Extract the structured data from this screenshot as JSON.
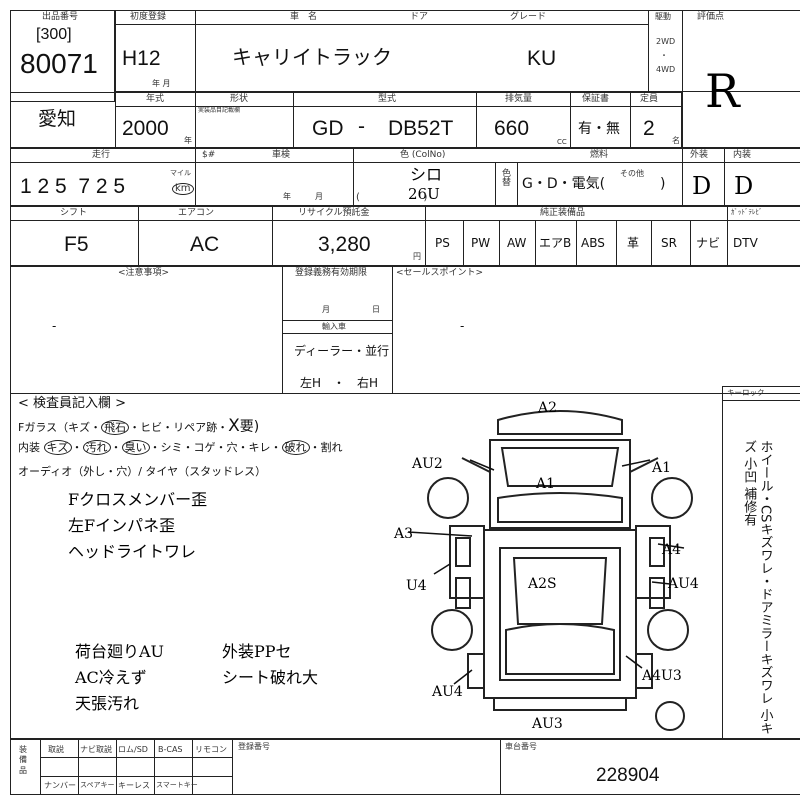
{
  "header": {
    "lot_label": "出品番号",
    "lot_bracket": "[300]",
    "lot_number": "80071",
    "first_reg_label": "初度登録",
    "first_reg": "H12",
    "year_month_label": "年 月",
    "name_label": "車　名",
    "car_name": "キャリイトラック",
    "door_label": "ドア",
    "grade_label": "グレード",
    "grade": "KU",
    "drive_label": "駆動",
    "drive_2wd": "2WD",
    "drive_dot": "・",
    "drive_4wd": "4WD",
    "score_label": "評価点",
    "score": "R"
  },
  "row2": {
    "region": "愛知",
    "year_label": "年式",
    "year": "2000",
    "year_unit": "年",
    "shape_label": "形状",
    "shape_sub": "実装品目記載欄",
    "model_label": "型式",
    "model_prefix": "GD",
    "model_dash": "-",
    "model": "DB52T",
    "displacement_label": "排気量",
    "displacement": "660",
    "cc": "CC",
    "warranty_label": "保証書",
    "warranty": "有・無",
    "capacity_label": "定員",
    "capacity": "2",
    "capacity_unit": "名"
  },
  "row3": {
    "mileage_label": "走行",
    "mileage": "1 2 5  7 2 5",
    "mile_unit": "マイル",
    "km_unit": "km",
    "dollar_label": "$#",
    "inspection_label": "車検",
    "inspection_ym": "年　　　月",
    "color_label": "色 (ColNo)",
    "color": "シロ",
    "color_no": "26U",
    "color_paren": "(                    )",
    "color_change_label": "色替",
    "fuel_label": "燃料",
    "fuel": "G・D・電気(",
    "fuel_other": "その他",
    "fuel_close": ")",
    "exterior_label": "外装",
    "exterior": "D",
    "interior_label": "内装",
    "interior": "D"
  },
  "row4": {
    "shift_label": "シフト",
    "shift": "F5",
    "ac_label": "エアコン",
    "ac": "AC",
    "recycle_label": "リサイクル預託金",
    "recycle": "3,280",
    "yen": "円",
    "equipment_label": "純正装備品",
    "equipment": [
      "PS",
      "PW",
      "AW",
      "エアB",
      "ABS",
      "革",
      "SR",
      "ナビ",
      "DTV"
    ],
    "dtv_label": "ｶﾞｯﾄﾞﾃﾚﾋﾞ"
  },
  "row5": {
    "notes_label": "<注意事項>",
    "notes_dash": "-",
    "registry_label": "登録義務有効期限",
    "registry_month": "月",
    "registry_day": "日",
    "import_label": "輸入車",
    "import_type": "ディーラー・並行",
    "steering": "左H　・　右H",
    "sales_label": "<セールスポイント>",
    "sales_dash": "-"
  },
  "inspector": {
    "title": "< 検査員記入欄 >",
    "glass_line": "Fガラス（キズ・",
    "glass_circled": "飛石",
    "glass_rest": "・ヒビ・リペア跡・",
    "glass_x": "X",
    "glass_req": "要)",
    "interior_line_prefix": "内装",
    "interior_items": [
      "キズ",
      "汚れ",
      "臭い",
      "シミ",
      "コゲ",
      "穴",
      "キレ",
      "破れ",
      "割れ"
    ],
    "audio_line": "オーディオ（外し・穴）/ タイヤ（スタッドレス）",
    "handwritten": [
      "Fクロスメンバー歪",
      "左Fインパネ歪",
      "ヘッドライトワレ"
    ],
    "handwritten_bottom_left": [
      "荷台廻りAU",
      "AC冷えず",
      "天張汚れ"
    ],
    "handwritten_bottom_right": [
      "外装PPセ",
      "シート破れ大"
    ]
  },
  "diagram": {
    "labels": [
      "A2",
      "A1",
      "AU2",
      "A1",
      "A3",
      "A4",
      "U4",
      "A2S",
      "AU4",
      "AU4",
      "A4U3",
      "AU3"
    ],
    "keylock_label": "キーロック",
    "side_notes": "ホイール・CSキズワレ・ドアミラーキズワレ 小キズ 小凹 補修有"
  },
  "footer": {
    "left_label": "装\n備\n品",
    "items_top": [
      "取説",
      "ナビ取説",
      "ロム/SD",
      "B-CAS",
      "リモコン"
    ],
    "items_bottom": [
      "ナンバー",
      "スペアキー",
      "キーレス",
      "スマートキー"
    ],
    "number_label": "登録番号",
    "vin_label": "車台番号",
    "vin": "228904"
  }
}
